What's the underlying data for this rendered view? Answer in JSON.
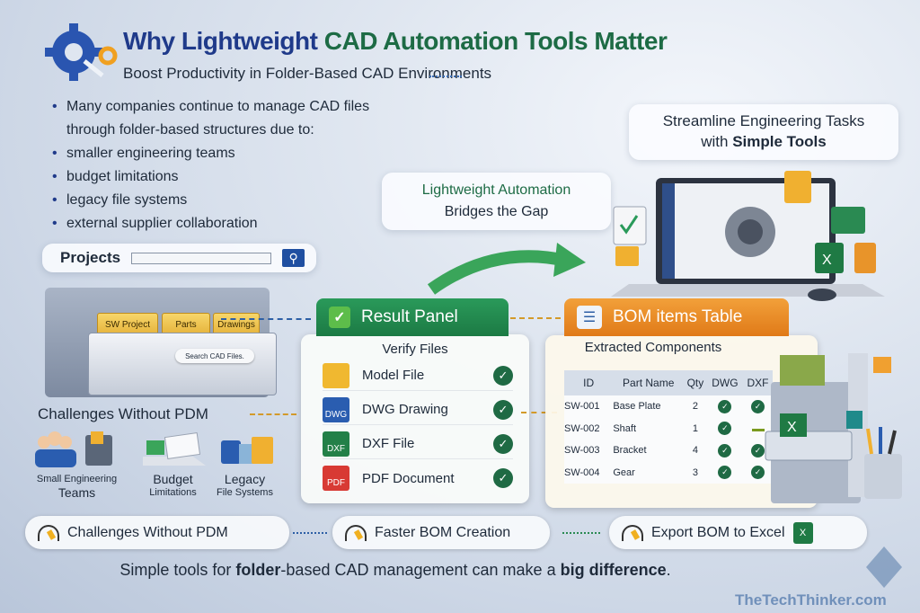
{
  "header": {
    "title_part1": "Why Lightweight",
    "title_part2": "CAD Automation Tools Matter",
    "subtitle": "Boost Productivity in Folder-Based CAD Environments"
  },
  "intro": {
    "lead_line1": "Many companies continue to manage CAD files",
    "lead_line2": "through folder-based structures due to:",
    "reasons": [
      "smaller engineering teams",
      "budget limitations",
      "legacy file systems",
      "external supplier collaboration"
    ]
  },
  "callouts": {
    "streamline_line1": "Streamline Engineering Tasks",
    "streamline_line2_pre": "with ",
    "streamline_line2_bold": "Simple Tools",
    "bridge_line1": "Lightweight Automation",
    "bridge_line2": "Bridges the Gap"
  },
  "projects": {
    "label": "Projects",
    "search_value": "",
    "search_icon": "magnifier-icon",
    "folders": [
      "SW Project",
      "Parts",
      "Drawings"
    ],
    "cabinet_search_label": "Search CAD Files."
  },
  "challenges": {
    "heading": "Challenges Without PDM",
    "items": [
      {
        "line1": "Small Engineering",
        "line2": "Teams"
      },
      {
        "line1": "Budget",
        "line2": "Limitations"
      },
      {
        "line1": "Legacy",
        "line2": "File Systems"
      }
    ]
  },
  "result_panel": {
    "title": "Result Panel",
    "subtitle": "Verify Files",
    "files": [
      {
        "label": "Model File",
        "tag": "",
        "color": "#f0b830",
        "verified": true
      },
      {
        "label": "DWG Drawing",
        "tag": "DWG",
        "color": "#2a5db0",
        "verified": true
      },
      {
        "label": "DXF File",
        "tag": "DXF",
        "color": "#238048",
        "verified": true
      },
      {
        "label": "PDF Document",
        "tag": "PDF",
        "color": "#d83a34",
        "verified": true
      }
    ]
  },
  "bom": {
    "title": "BOM items Table",
    "subtitle": "Extracted Components",
    "columns": [
      "ID",
      "Part Name",
      "Qty",
      "DWG",
      "DXF"
    ],
    "rows": [
      {
        "id": "SW-001",
        "name": "Base Plate",
        "qty": "2",
        "dwg": true,
        "dxf": true
      },
      {
        "id": "SW-002",
        "name": "Shaft",
        "qty": "1",
        "dwg": true,
        "dxf": false
      },
      {
        "id": "SW-003",
        "name": "Bracket",
        "qty": "4",
        "dwg": true,
        "dxf": true
      },
      {
        "id": "SW-004",
        "name": "Gear",
        "qty": "3",
        "dwg": true,
        "dxf": true
      }
    ]
  },
  "flow": {
    "steps": [
      "Challenges Without PDM",
      "Faster BOM Creation",
      "Export BOM to Excel"
    ],
    "excel_icon_label": "X"
  },
  "footer": {
    "pre": "Simple tools for ",
    "bold1": "folder",
    "mid": "-based CAD management can make a ",
    "bold2": "big difference",
    "post": "."
  },
  "watermark": "TheTechThinker.com",
  "colors": {
    "navy": "#1f3a8a",
    "green": "#1d6b45",
    "orange": "#e88a24",
    "check": "#1f6a44"
  }
}
